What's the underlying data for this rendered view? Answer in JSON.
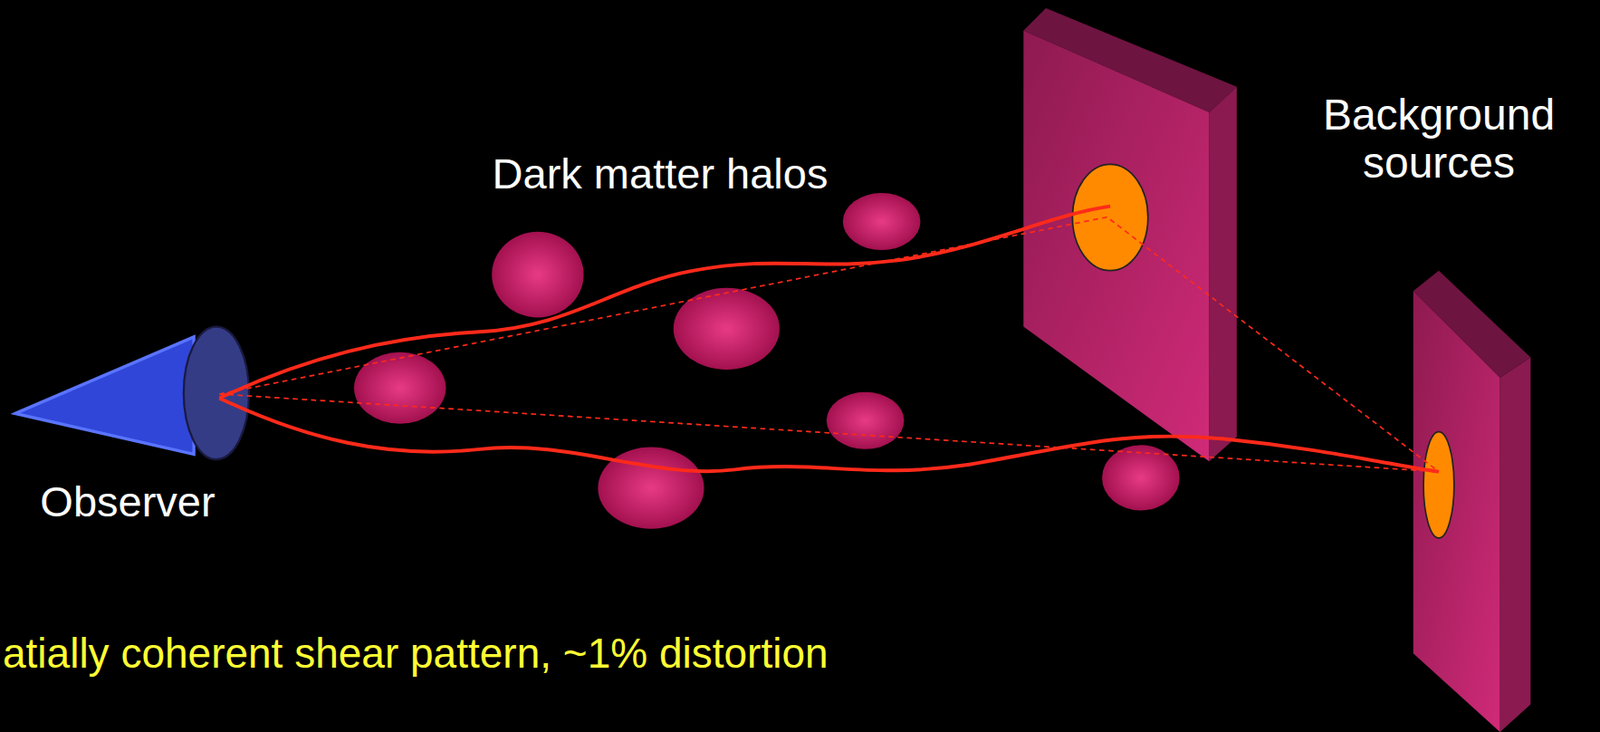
{
  "diagram": {
    "labels": [
      "Dark matter halos",
      "Background sources",
      "Observer",
      "atially coherent shear pattern, ~1% distortion"
    ]
  }
}
